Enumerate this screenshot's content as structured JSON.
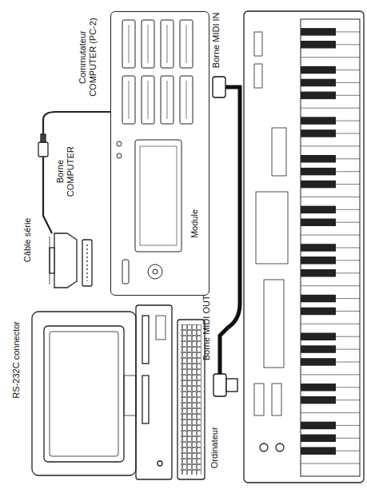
{
  "diagram": {
    "nodes": [
      {
        "text": [
          "Module"
        ]
      }
    ],
    "labels": [
      "RS-232C connector",
      "Câble série",
      "Borne COMPUTER",
      "Commutateur COMPUTER (PC-2)",
      "Borne MIDI IN",
      "Borne MIDI OUT",
      "Ordinateur"
    ]
  }
}
